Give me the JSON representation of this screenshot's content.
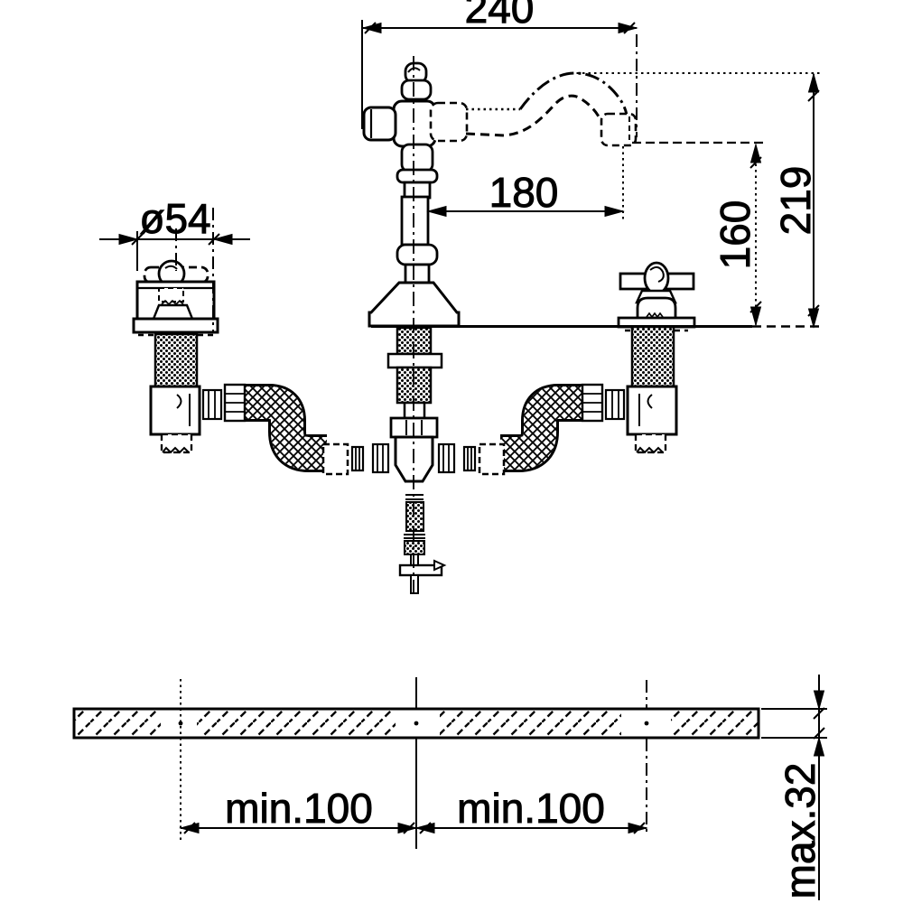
{
  "diagram": {
    "type": "faucet technical dimension drawing",
    "line_color": "#000000",
    "background": "#ffffff",
    "dimensions": {
      "spout_projection": "240",
      "spout_reach": "180",
      "spout_outlet_height": "160",
      "overall_height": "219",
      "handle_diameter": "ø54",
      "hole_spacing_left": "min.100",
      "hole_spacing_right": "min.100",
      "max_deck_thickness": "max.32"
    }
  }
}
